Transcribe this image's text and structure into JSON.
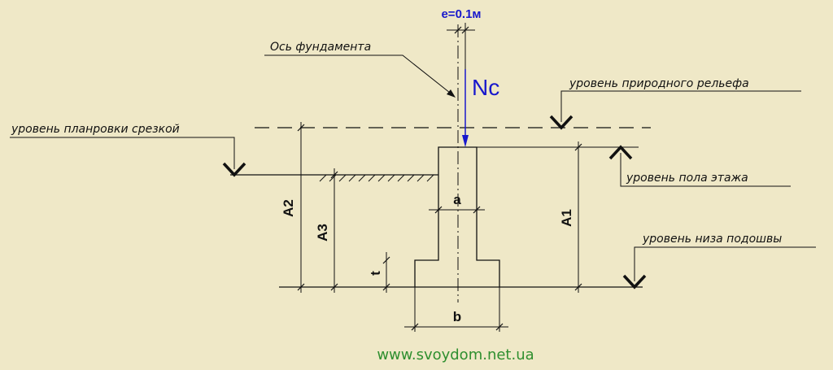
{
  "labels": {
    "eccentricity": "e=0.1м",
    "foundation_axis": "Ось фундамента",
    "load": "Nc",
    "natural_relief": "уровень природного рельефа",
    "cut_grading": "уровень планровки срезкой",
    "floor_level": "уровень пола этажа",
    "sole_bottom": "уровень низа подошвы"
  },
  "dimensions": {
    "a": "a",
    "b": "b",
    "t": "t",
    "A1": "A1",
    "A2": "A2",
    "A3": "A3"
  },
  "website": "www.svoydom.net.ua",
  "colors": {
    "background": "#efe8c7",
    "lines": "#111111",
    "accent_blue": "#1818cc",
    "website_green": "#2f8f2f"
  }
}
